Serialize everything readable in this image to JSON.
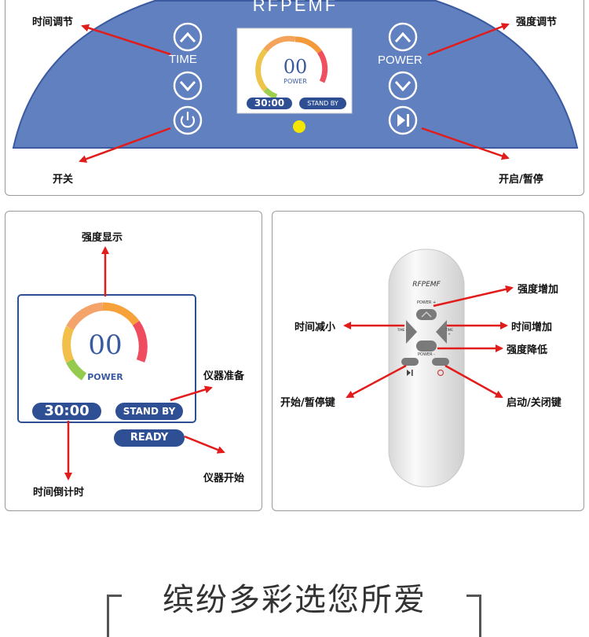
{
  "top_panel": {
    "brand": "RFPEMF",
    "time_label": "TIME",
    "power_label": "POWER",
    "screen": {
      "value": "00",
      "power_label": "POWER",
      "timer": "30:00",
      "status": "STAND BY"
    },
    "callouts": {
      "time_adjust": "时间调节",
      "power_adjust": "强度调节",
      "on_off": "开关",
      "start_pause": "开启/暂停"
    }
  },
  "display_panel": {
    "value": "00",
    "power_label": "POWER",
    "timer": "30:00",
    "status_standby": "STAND BY",
    "status_ready": "READY",
    "callouts": {
      "intensity_display": "强度显示",
      "device_ready": "仪器准备",
      "countdown": "时间倒计时",
      "device_start": "仪器开始"
    }
  },
  "remote_panel": {
    "brand": "RFPEMF",
    "power_plus": "POWER +",
    "power_minus": "POWER -",
    "time_minus": "TIME -",
    "time_plus": "TIME +",
    "callouts": {
      "intensity_up": "强度增加",
      "time_down": "时间减小",
      "time_up": "时间增加",
      "intensity_down": "强度降低",
      "start_pause_key": "开始/暂停键",
      "on_off_key": "启动/关闭键"
    }
  },
  "footer": {
    "title": "缤纷多彩选您所爱"
  },
  "colors": {
    "panel_blue": "#6080c0",
    "screen_blue": "#2e4f94",
    "arrow_red": "#e21b1b",
    "indicator_yellow": "#f4e600"
  }
}
